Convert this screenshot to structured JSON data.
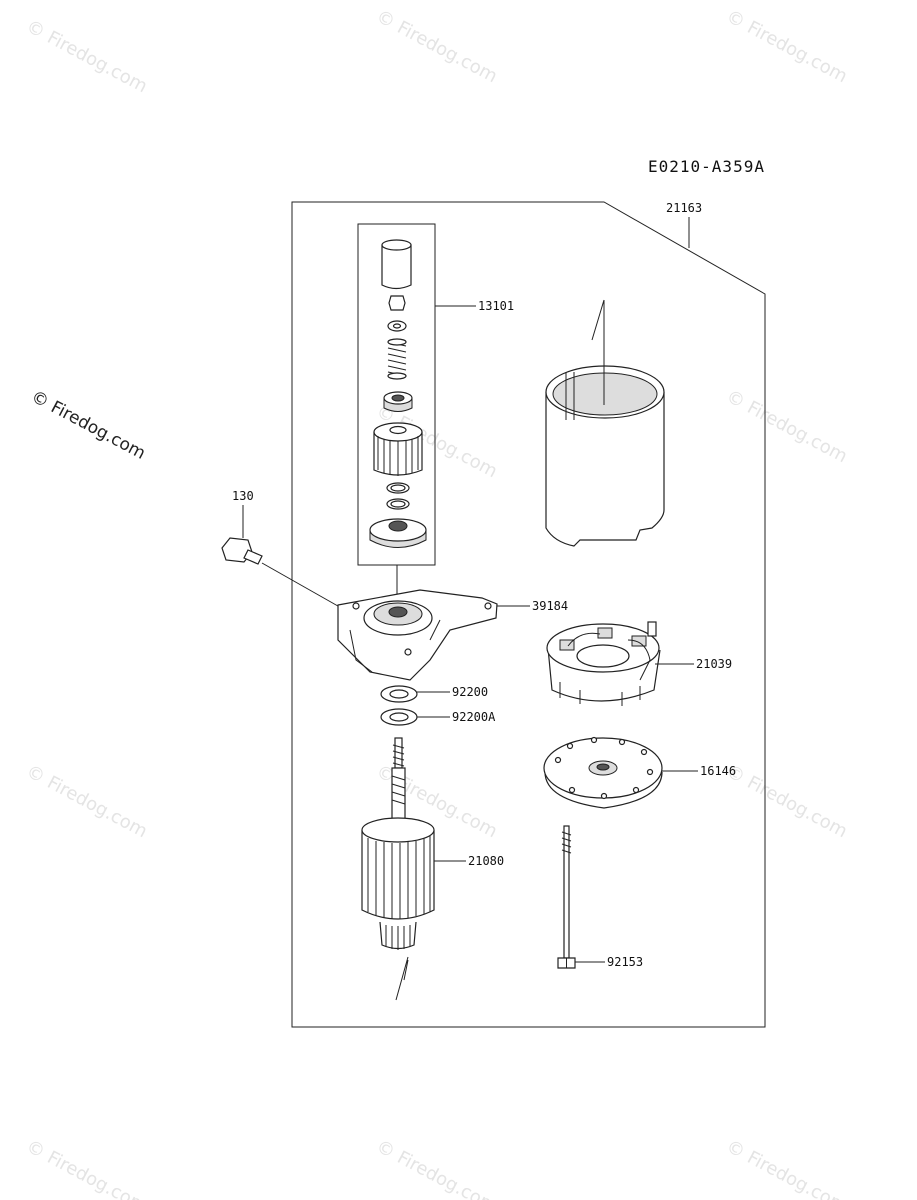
{
  "diagram": {
    "code": "E0210-A359A",
    "watermark": "© Firedog.com",
    "labels": {
      "p21163": "21163",
      "p13101": "13101",
      "p130": "130",
      "p39184": "39184",
      "p21039": "21039",
      "p92200": "92200",
      "p92200A": "92200A",
      "p16146": "16146",
      "p21080": "21080",
      "p92153": "92153"
    }
  }
}
